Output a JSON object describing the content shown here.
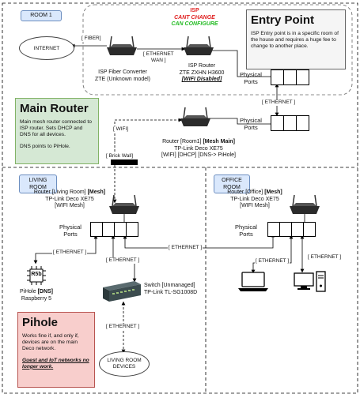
{
  "rooms": {
    "room1": "ROOM 1",
    "living": "LIVING\nROOM",
    "office": "OFFICE\nROOM"
  },
  "clouds": {
    "internet": "INTERNET",
    "living_devices": "LIVING ROOM\nDEVICES"
  },
  "isp_flags": {
    "isp": "ISP",
    "cant_change": "CANT CHANGE",
    "can_configure": "CAN CONFIGURE"
  },
  "entry_point": {
    "title": "Entry Point",
    "text": "ISP Entry point is in a specific room of the house and requires a huge fee to change to another place."
  },
  "main_router_note": {
    "title": "Main Router",
    "line1": "Main mesh router connected to ISP router. Sets DHCP and DNS for all devices.",
    "line2": "DNS points to PiHole."
  },
  "pihole_note": {
    "title": "Pihole",
    "line1": "Works fine if, and only if, devices are on the main Deco network.",
    "line2": "Guest and IoT networks no longer work."
  },
  "devices": {
    "fiber_converter": [
      "ISP Fiber Converter",
      "ZTE (Unknown model)"
    ],
    "isp_router_l1": "ISP Router",
    "isp_router_l2": "ZTE ZXHN H3600",
    "isp_router_l3": "[WIFI Disabled]",
    "main_router_l1a": "Router [Room1] ",
    "main_router_l1b": "[Mesh Main]",
    "main_router_l2": "TP-Link Deco XE75",
    "main_router_l3": "[WIFI] [DHCP] [DNS-> PiHole]",
    "living_router_l1a": "Router [Living Room] ",
    "living_router_l1b": "[Mesh]",
    "living_router_l2": "TP-Link Deco XE75",
    "living_router_l3": "[WIFI Mesh]",
    "office_router_l1a": "Router [Office] ",
    "office_router_l1b": "[Mesh]",
    "office_router_l2": "TP-Link Deco XE75",
    "office_router_l3": "[WIFI Mesh]",
    "pihole_l1a": "PiHole ",
    "pihole_l1b": "[DNS]",
    "pihole_l2": "Raspberry 5",
    "pihole_chip": "R5b",
    "switch_l1": "Switch [Unmanaged]",
    "switch_l2": "TP-Link TL-SG1008D"
  },
  "physical_ports": "Physical\nPorts",
  "links": {
    "fiber": "[ FIBER]",
    "eth_wan": "[ ETHERNET\nWAN ]",
    "ethernet": "[ ETHERNET ]",
    "wifi": "[ WIFI]",
    "brick_wall": "[ Brick Wall]"
  },
  "colors": {
    "room_fill": "#dae8fc",
    "main_router_note": "#d5e8d4",
    "pihole_note": "#f8cecc",
    "entry_point_note": "#f5f5f5"
  }
}
